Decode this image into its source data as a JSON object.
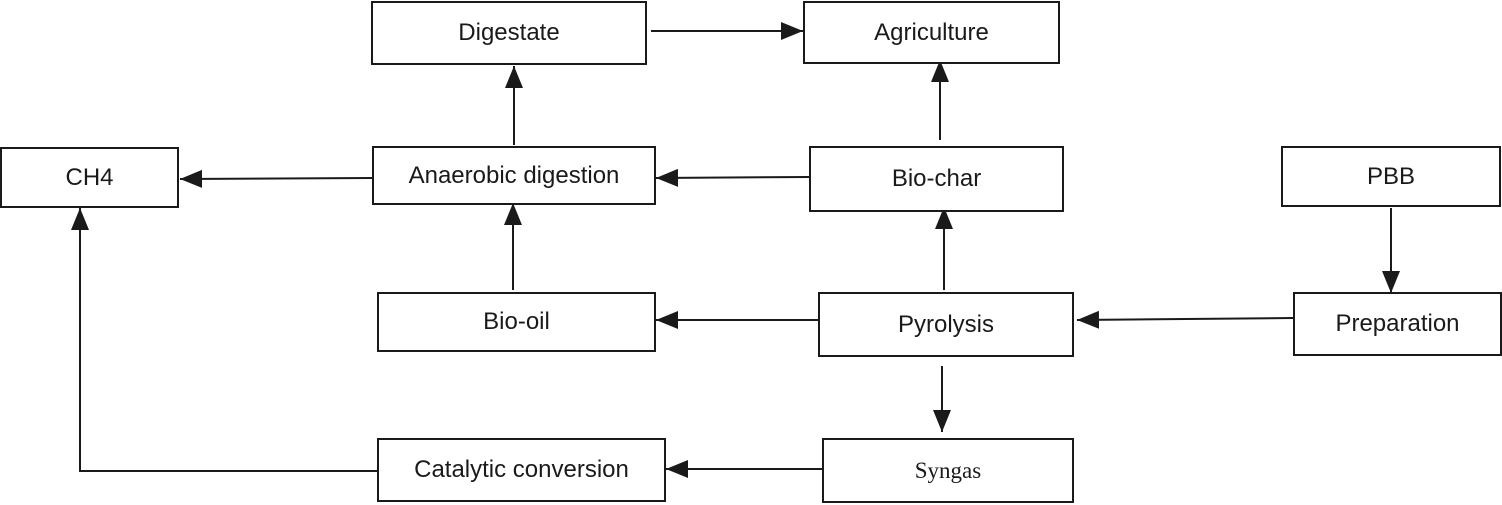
{
  "nodes": {
    "digestate": "Digestate",
    "agriculture": "Agriculture",
    "ch4": "CH4",
    "anaerobic_digestion": "Anaerobic digestion",
    "bio_char": "Bio-char",
    "pbb": "PBB",
    "bio_oil": "Bio-oil",
    "pyrolysis": "Pyrolysis",
    "preparation": "Preparation",
    "catalytic_conversion": "Catalytic conversion",
    "syngas": "Syngas"
  },
  "edges": [
    {
      "from": "digestate",
      "to": "agriculture"
    },
    {
      "from": "anaerobic_digestion",
      "to": "digestate"
    },
    {
      "from": "bio_char",
      "to": "agriculture"
    },
    {
      "from": "anaerobic_digestion",
      "to": "ch4"
    },
    {
      "from": "bio_char",
      "to": "anaerobic_digestion"
    },
    {
      "from": "pyrolysis",
      "to": "bio_char"
    },
    {
      "from": "bio_oil",
      "to": "anaerobic_digestion"
    },
    {
      "from": "pyrolysis",
      "to": "bio_oil"
    },
    {
      "from": "preparation",
      "to": "pyrolysis"
    },
    {
      "from": "pbb",
      "to": "preparation"
    },
    {
      "from": "pyrolysis",
      "to": "syngas"
    },
    {
      "from": "syngas",
      "to": "catalytic_conversion"
    },
    {
      "from": "catalytic_conversion",
      "to": "ch4"
    }
  ],
  "colors": {
    "stroke": "#1a1a1a",
    "background": "#ffffff"
  }
}
